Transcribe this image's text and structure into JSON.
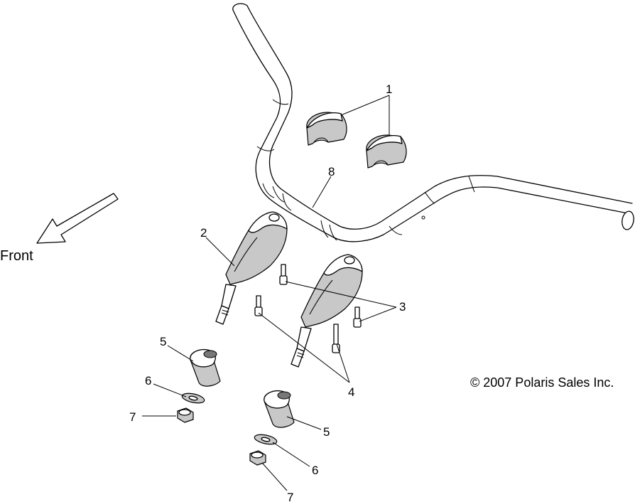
{
  "labels": {
    "front": "Front",
    "copyright": "© 2007 Polaris Sales Inc.",
    "callouts": [
      "1",
      "2",
      "3",
      "4",
      "5",
      "6",
      "7",
      "8",
      "5",
      "6",
      "7"
    ]
  }
}
